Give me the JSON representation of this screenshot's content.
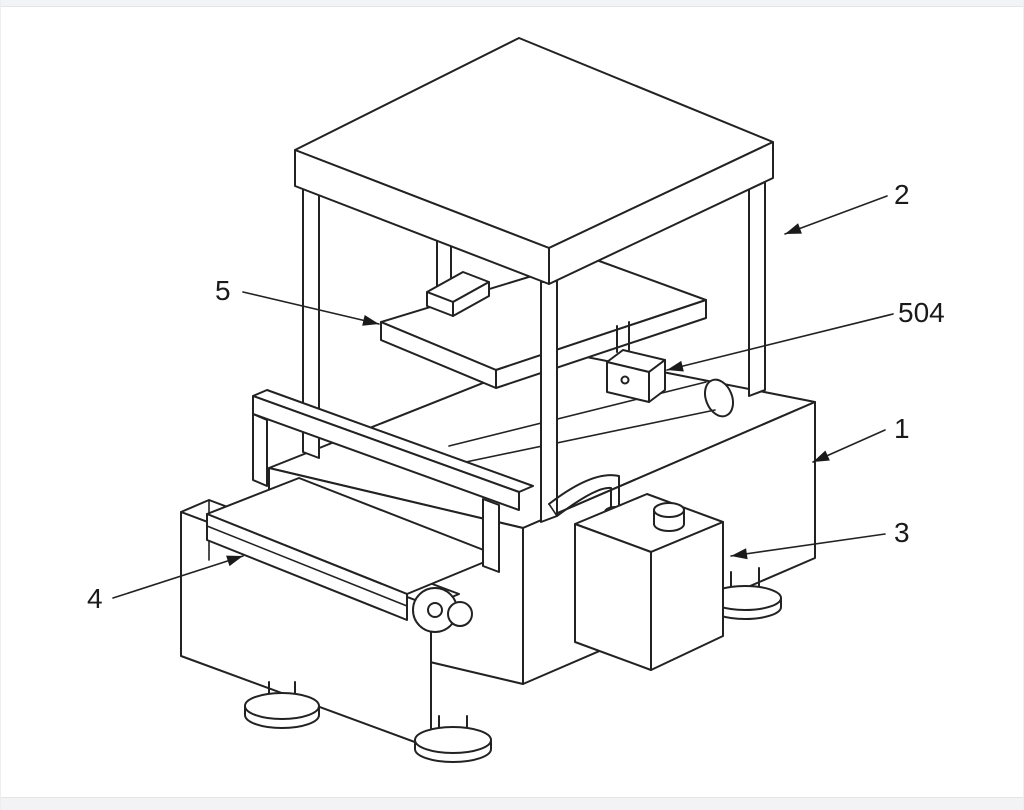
{
  "figure": {
    "kind": "patent-style isometric technical line drawing of a press machine with conveyor",
    "colors": {
      "line": "#222222",
      "label_text": "#1a1a1a",
      "background": "#ffffff",
      "frame_edge": "#f1f3f5"
    },
    "labels": [
      {
        "text": "2"
      },
      {
        "text": "504"
      },
      {
        "text": "1"
      },
      {
        "text": "3"
      },
      {
        "text": "5"
      },
      {
        "text": "4"
      }
    ]
  }
}
